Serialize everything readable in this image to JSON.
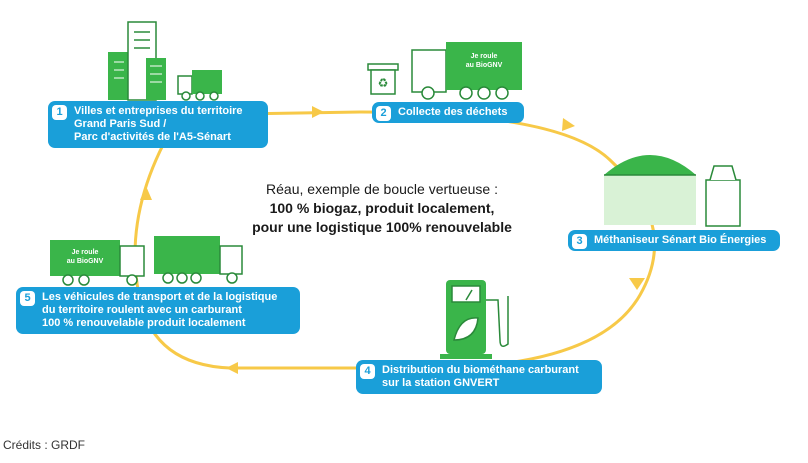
{
  "colors": {
    "loop": "#f7c948",
    "label_bg": "#1a9fd9",
    "green": "#3ab54a",
    "light_green": "#d9f2d6",
    "outline": "#2a8a3a"
  },
  "center": {
    "line1": "Réau, exemple de boucle vertueuse :",
    "line2": "100 % biogaz, produit localement,",
    "line3": "pour une logistique 100% renouvelable"
  },
  "steps": [
    {
      "number": "1",
      "lines": [
        "Villes et entreprises du territoire",
        "Grand Paris Sud /",
        "Parc d'activités de l'A5-Sénart"
      ]
    },
    {
      "number": "2",
      "lines": [
        "Collecte des déchets"
      ]
    },
    {
      "number": "3",
      "lines": [
        "Méthaniseur Sénart Bio Énergies"
      ]
    },
    {
      "number": "4",
      "lines": [
        "Distribution du biométhane carburant",
        "sur la station GNVERT"
      ]
    },
    {
      "number": "5",
      "lines": [
        "Les véhicules de transport et de la logistique",
        "du territoire roulent avec un carburant",
        "100 % renouvelable produit localement"
      ]
    }
  ],
  "truck_text": {
    "line1": "Je roule",
    "line2": "au BioGNV"
  },
  "credits": "Crédits : GRDF"
}
